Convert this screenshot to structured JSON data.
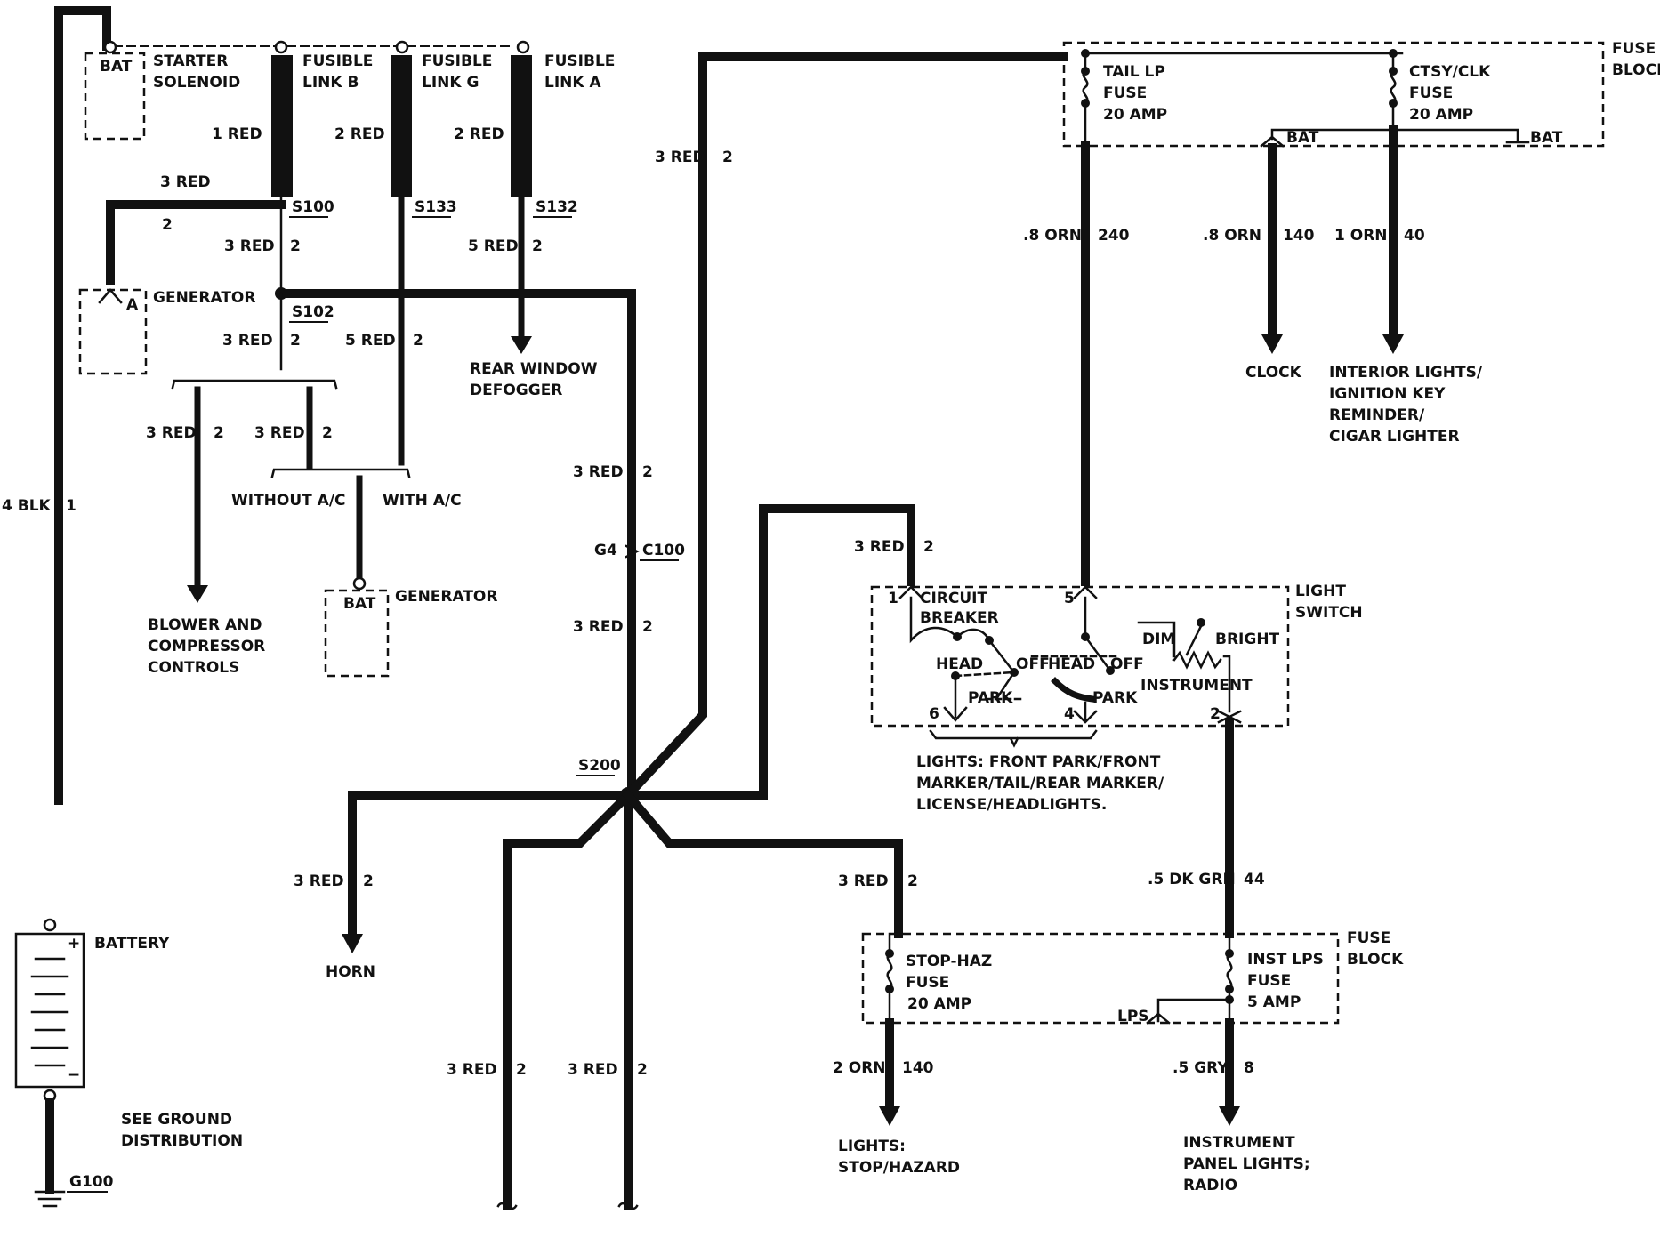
{
  "labels": {
    "starter_solenoid": [
      "STARTER",
      "SOLENOID"
    ],
    "bat": "BAT",
    "fusible_link_b": [
      "FUSIBLE",
      "LINK B"
    ],
    "fusible_link_g": [
      "FUSIBLE",
      "LINK G"
    ],
    "fusible_link_a": [
      "FUSIBLE",
      "LINK A"
    ],
    "fuse_block": [
      "FUSE",
      "BLOCK"
    ],
    "tail_lp_fuse": [
      "TAIL LP",
      "FUSE",
      "20 AMP"
    ],
    "ctsy_clk_fuse": [
      "CTSY/CLK",
      "FUSE",
      "20 AMP"
    ],
    "generator": "GENERATOR",
    "gen_a": "A",
    "rear_window_defogger": [
      "REAR WINDOW",
      "DEFOGGER"
    ],
    "clock": "CLOCK",
    "interior_lights": [
      "INTERIOR LIGHTS/",
      "IGNITION KEY",
      "REMINDER/",
      "CIGAR LIGHTER"
    ],
    "without_ac": "WITHOUT A/C",
    "with_ac": "WITH A/C",
    "blower": [
      "BLOWER AND",
      "COMPRESSOR",
      "CONTROLS"
    ],
    "light_switch": [
      "LIGHT",
      "SWITCH"
    ],
    "circuit_breaker": [
      "CIRCUIT",
      "BREAKER"
    ],
    "head": "HEAD",
    "off": "OFF",
    "park": "PARK",
    "dim": "DIM",
    "bright": "BRIGHT",
    "instrument": "INSTRUMENT",
    "lights_front": [
      "LIGHTS: FRONT PARK/FRONT",
      "MARKER/TAIL/REAR MARKER/",
      "LICENSE/HEADLIGHTS."
    ],
    "horn": "HORN",
    "battery": "BATTERY",
    "plus": "+",
    "minus": "−",
    "see_ground": [
      "SEE GROUND",
      "DISTRIBUTION"
    ],
    "g100": "G100",
    "stop_haz_fuse": [
      "STOP-HAZ",
      "FUSE",
      "20 AMP"
    ],
    "inst_lps_fuse": [
      "INST LPS",
      "FUSE",
      "5 AMP"
    ],
    "lps": "LPS",
    "lights_stop": [
      "LIGHTS:",
      "STOP/HAZARD"
    ],
    "instrument_panel": [
      "INSTRUMENT",
      "PANEL LIGHTS;",
      "RADIO"
    ],
    "g4": "G4",
    "c100": "C100",
    "pin1": "1",
    "pin5": "5",
    "pin6": "6",
    "pin4": "4",
    "pin2": "2"
  },
  "splices": {
    "s100": "S100",
    "s133": "S133",
    "s132": "S132",
    "s102": "S102",
    "s200": "S200"
  },
  "wires": {
    "w_4blk": [
      "4 BLK",
      "1"
    ],
    "w_1red": "1 RED",
    "w_2red_g": "2 RED",
    "w_2red_a": "2 RED",
    "w_3red_gen": [
      "3 RED",
      "2"
    ],
    "w_3red_s100": [
      "3 RED",
      "2"
    ],
    "w_5red_s132": [
      "5 RED",
      "2"
    ],
    "w_3red_s102": [
      "3 RED",
      "2"
    ],
    "w_5red_s133": [
      "5 RED",
      "2"
    ],
    "w_3red_blower": [
      "3 RED",
      "2"
    ],
    "w_3red_noac": [
      "3 RED",
      "2"
    ],
    "w_3red_fuse": [
      "3 RED",
      "2"
    ],
    "w_3red_c100a": [
      "3 RED",
      "2"
    ],
    "w_3red_c100b": [
      "3 RED",
      "2"
    ],
    "w_3red_ls": [
      "3 RED",
      "2"
    ],
    "w_8orn_240": [
      ".8 ORN",
      "240"
    ],
    "w_8orn_140": [
      ".8 ORN",
      "140"
    ],
    "w_1orn_40": [
      "1 ORN",
      "40"
    ],
    "w_5dkgrn_44": [
      ".5 DK GRN",
      "44"
    ],
    "w_3red_horn": [
      "3 RED",
      "2"
    ],
    "w_3red_stop": [
      "3 RED",
      "2"
    ],
    "w_3red_b1": [
      "3 RED",
      "2"
    ],
    "w_3red_b2": [
      "3 RED",
      "2"
    ],
    "w_2orn_140": [
      "2 ORN",
      "140"
    ],
    "w_5gry_8": [
      ".5 GRY",
      "8"
    ]
  }
}
